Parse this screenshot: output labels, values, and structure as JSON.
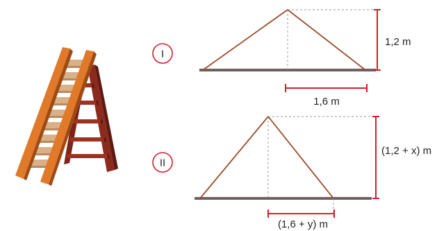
{
  "figure": {
    "case_1": {
      "roman_label": "I",
      "height_label": "1,2 m",
      "half_base_label": "1,6 m"
    },
    "case_2": {
      "roman_label": "II",
      "height_label": "(1,2 + x) m",
      "half_base_label": "(1,6 + y) m"
    }
  },
  "colors": {
    "ladder_side": "#d2691e",
    "ladder_back": "#8b2a1d",
    "ladder_rung": "#d9b087",
    "triangle_line": "#9a4a26",
    "ground_line": "#6e6160",
    "measure_line": "#d31e2a",
    "guide_dash": "#9a9a9a",
    "circle_stroke": "#d31e2a"
  }
}
